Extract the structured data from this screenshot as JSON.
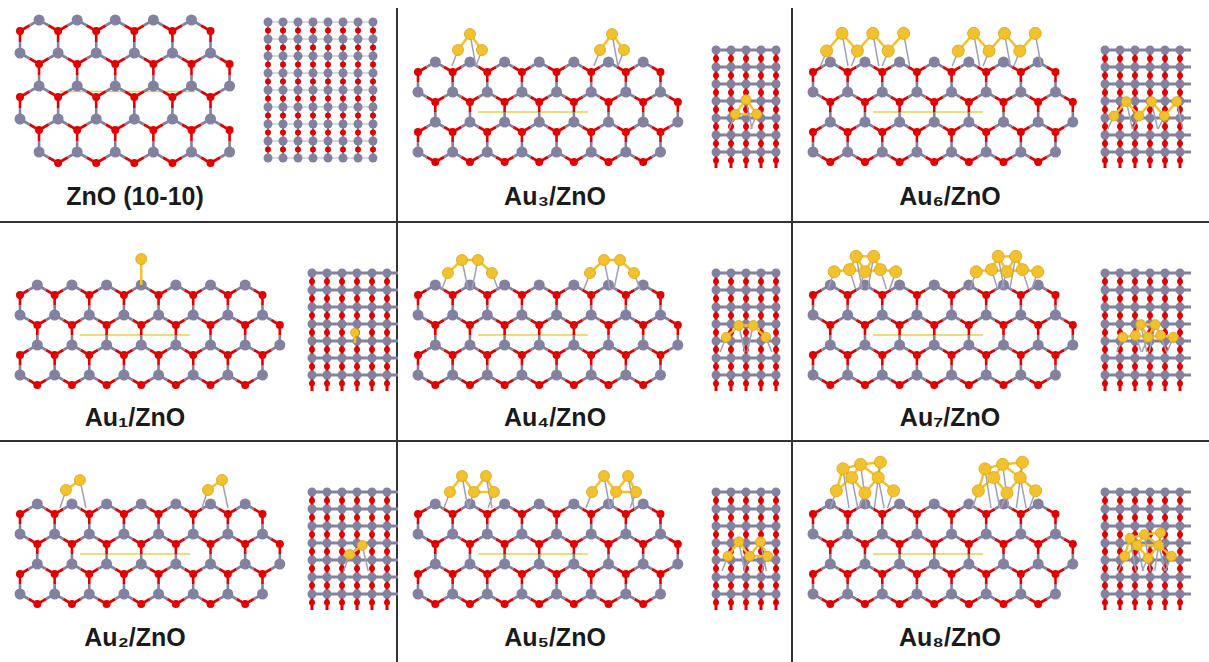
{
  "diagram": {
    "labels": [
      "ZnO (10-10)",
      "Au₃/ZnO",
      "Au₆/ZnO",
      "Au₁/ZnO",
      "Au₄/ZnO",
      "Au₇/ZnO",
      "Au₂/ZnO",
      "Au₅/ZnO",
      "Au₈/ZnO"
    ]
  }
}
